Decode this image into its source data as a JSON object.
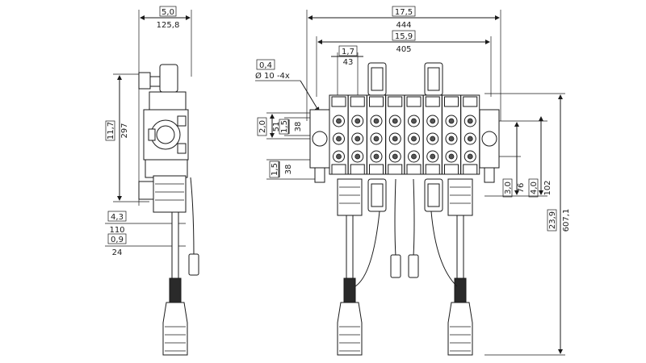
{
  "side_view": {
    "width_in": "5,0",
    "width_mm": "125,8",
    "height_in": "11,7",
    "height_mm": "297",
    "offset1_in": "4,3",
    "offset1_mm": "110",
    "offset2_in": "0,9",
    "offset2_mm": "24"
  },
  "front_view": {
    "overall_in": "17,5",
    "overall_mm": "444",
    "inner_in": "15,9",
    "inner_mm": "405",
    "pitch_in": "1,7",
    "pitch_mm": "43",
    "hole_in": "0,4",
    "hole_label": "Ø 10 -4x",
    "h1_in": "2,0",
    "h1_mm": "51",
    "h2_in": "1,5",
    "h2_mm": "38",
    "h3_in": "1,5",
    "h3_mm": "38",
    "r1_in": "3,0",
    "r1_mm": "76",
    "r2_in": "4,0",
    "r2_mm": "102",
    "total_in": "23,9",
    "total_mm": "607,1"
  }
}
